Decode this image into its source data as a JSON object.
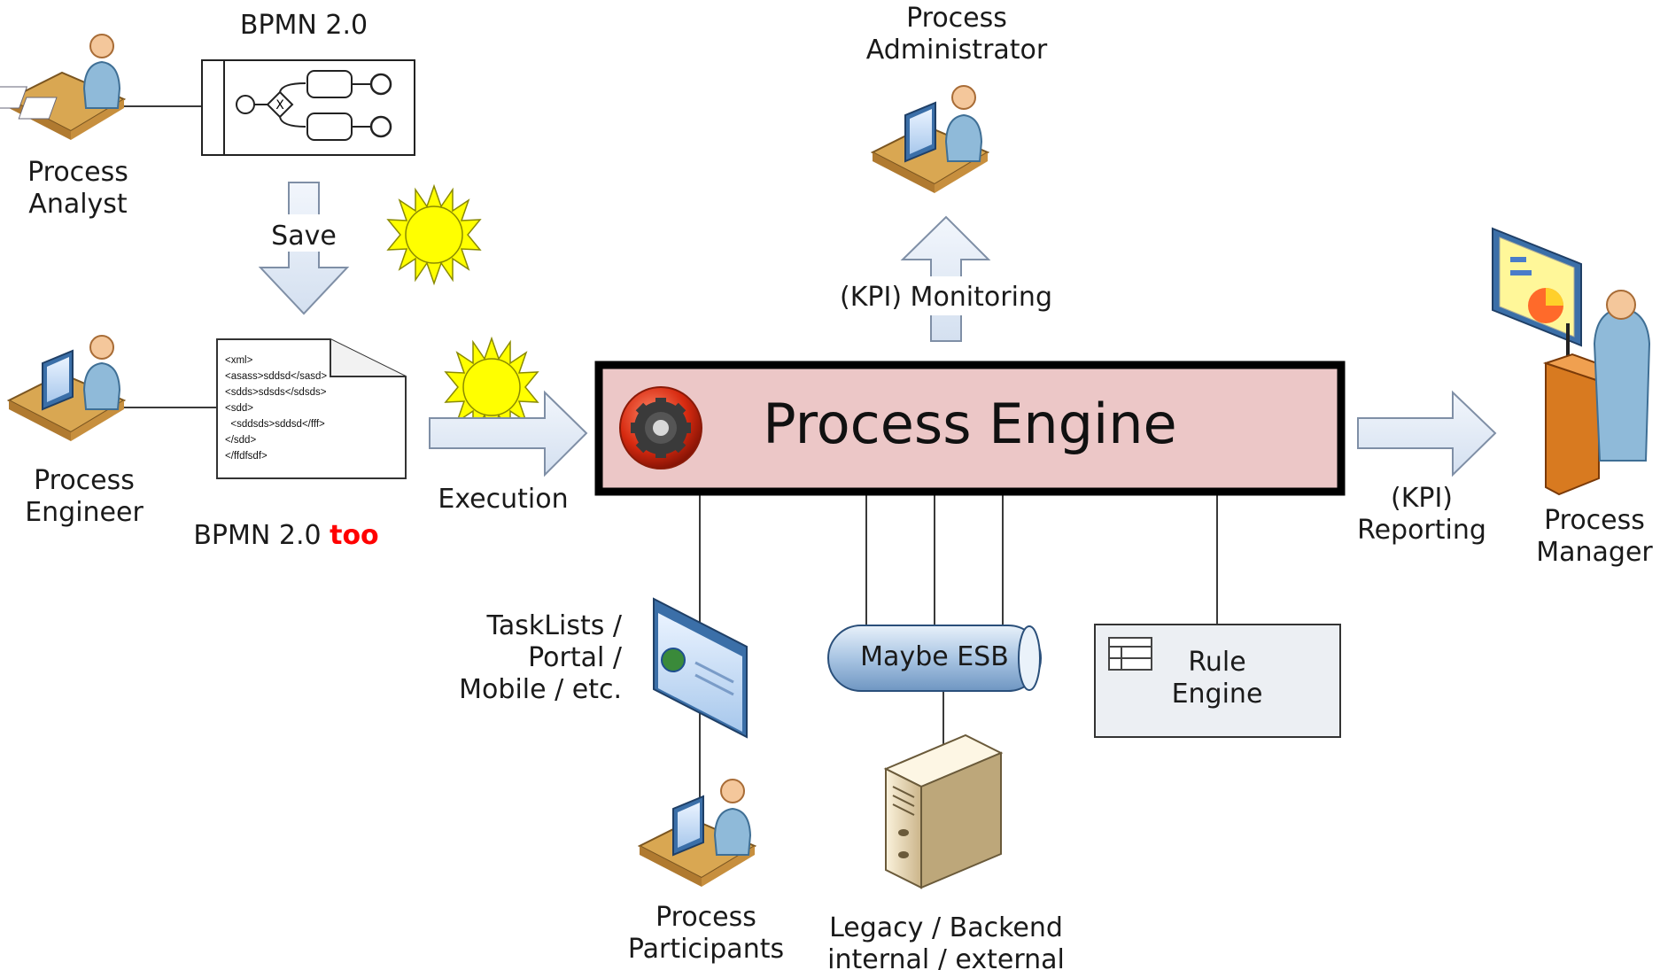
{
  "title_bpmn": "BPMN 2.0",
  "process_analyst": [
    "Process",
    "Analyst"
  ],
  "save": "Save",
  "process_engineer": [
    "Process",
    "Engineer"
  ],
  "bpmn_too_prefix": "BPMN 2.0 ",
  "bpmn_too_suffix": "too",
  "xml_lines": [
    "<xml>",
    "<asass>sddsd</sasd>",
    "<sdds>sdsds</sdsds>",
    "<sdd>",
    "  <sddsds>sddsd</fff>",
    "</sdd>",
    "</ffdfsdf>"
  ],
  "execution": "Execution",
  "process_engine": "Process Engine",
  "process_administrator": [
    "Process",
    "Administrator"
  ],
  "kpi_monitoring": "(KPI) Monitoring",
  "kpi_reporting": [
    "(KPI)",
    "Reporting"
  ],
  "process_manager": [
    "Process",
    "Manager"
  ],
  "tasklists": [
    "TaskLists /",
    "Portal /",
    "Mobile / etc."
  ],
  "process_participants": [
    "Process",
    "Participants"
  ],
  "maybe_esb": "Maybe ESB",
  "legacy": [
    "Legacy / Backend",
    "internal / external"
  ],
  "rule_engine": [
    "Rule",
    "Engine"
  ],
  "colors": {
    "engine_fill": "#ecc7c7",
    "arrow_fill": "#dfe8f5",
    "sun": "#ffff00",
    "too_red": "#ff0000"
  }
}
